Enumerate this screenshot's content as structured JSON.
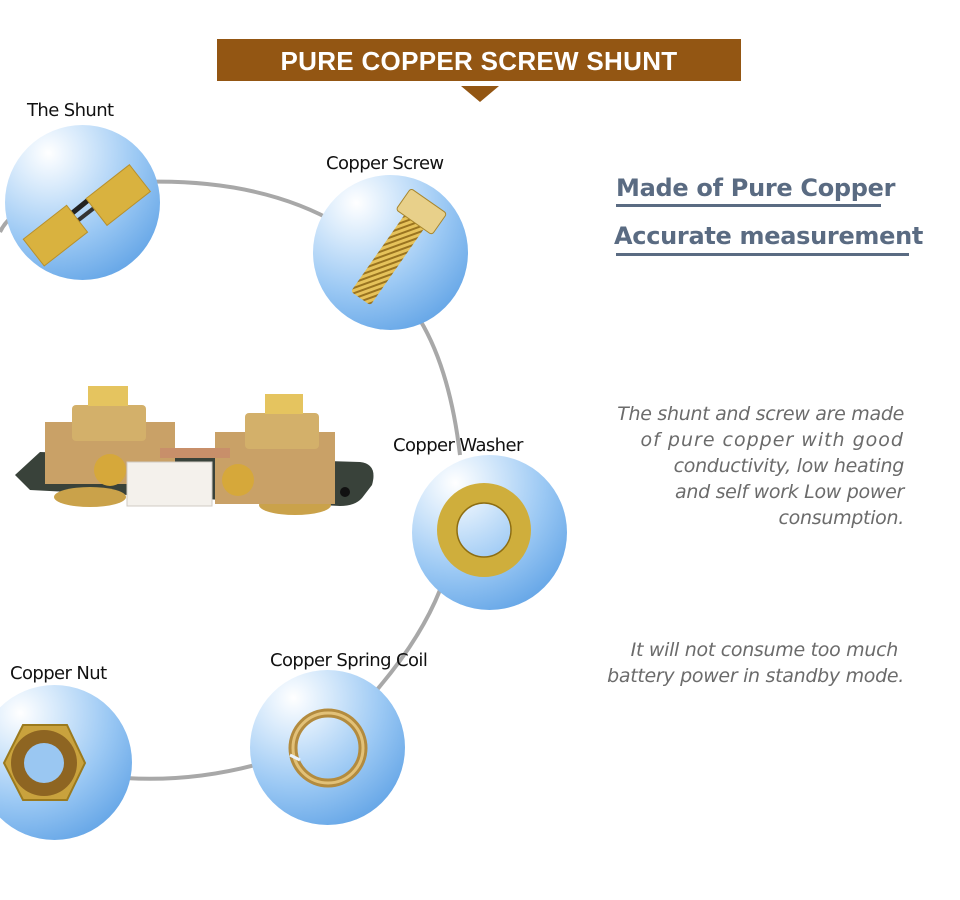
{
  "banner": {
    "title": "PURE COPPER SCREW SHUNT",
    "color": "#935613"
  },
  "parts": [
    {
      "label": "The Shunt",
      "icon": "shunt-icon"
    },
    {
      "label": "Copper Screw",
      "icon": "screw-icon"
    },
    {
      "label": "Copper  Washer",
      "icon": "washer-icon"
    },
    {
      "label": "Copper Spring Coil",
      "icon": "spring-coil-icon"
    },
    {
      "label": "Copper Nut",
      "icon": "nut-icon"
    }
  ],
  "product": {
    "icon": "shunt-board-icon"
  },
  "features": {
    "headline_1": "Made of Pure Copper",
    "headline_2": "Accurate measurement",
    "headline_color": "#5a6b82",
    "paragraph_1": [
      "The shunt and screw are made",
      "of pure copper with good",
      "conductivity, low heating",
      "and self work Low power",
      "consumption."
    ],
    "paragraph_2": [
      "It will not consume too much",
      "battery power in standby mode."
    ]
  }
}
